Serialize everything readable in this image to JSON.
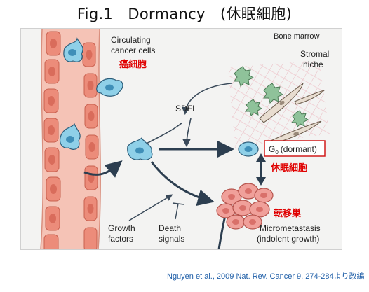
{
  "title": "Fig.1　Dormancy　(休眠細胞)",
  "figure": {
    "bone_marrow": "Bone marrow",
    "circulating_line1": "Circulating",
    "circulating_line2": "cancer cells",
    "cancer_cell_jp": "癌細胞",
    "stromal_line1": "Stromal",
    "stromal_line2": "niche",
    "sdf1": "SDFI",
    "g0_dormant": "(dormant)",
    "g0_symbol": "G",
    "g0_subscript": "0",
    "dormant_jp": "休眠細胞",
    "metastasis_jp": "転移巣",
    "growth_line1": "Growth",
    "growth_line2": "factors",
    "death_line1": "Death",
    "death_line2": "signals",
    "micro_line1": "Micrometastasis",
    "micro_line2": "(indolent growth)"
  },
  "citation": "Nguyen et al., 2009 Nat. Rev. Cancer 9, 274-284より改編",
  "colors": {
    "vessel": "#f2b5a8",
    "vessel_cell": "#e98a78",
    "cancer_cell": "#8fd0e8",
    "stromal_cell": "#8fc29a",
    "metastasis": "#f0a09a",
    "arrow": "#2c3e50",
    "japanese_label": "#e00000"
  }
}
